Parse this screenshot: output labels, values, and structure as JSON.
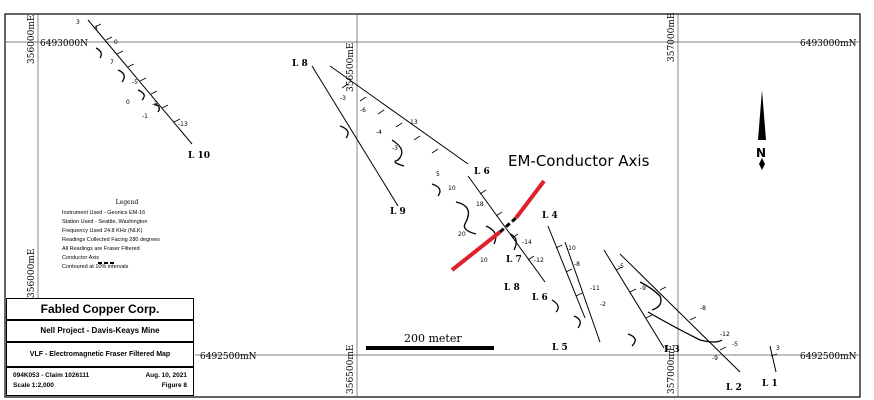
{
  "grid": {
    "north_top": "6493000N",
    "north_top_right": "6493000mN",
    "north_bottom_left": "6492500mN",
    "north_bottom_right": "6492500mN",
    "east_356000_top": "356000mE",
    "east_356000_bottom": "356000mE",
    "east_356500_top": "356500mE",
    "east_356500_bottom": "356500mE",
    "east_357000_top": "357000mE",
    "east_357000_bottom": "357000mE"
  },
  "lines": [
    "L 8",
    "L 10",
    "L 9",
    "L 6",
    "L 4",
    "L 7",
    "L 8",
    "L 6",
    "L 5",
    "L 3",
    "L 2",
    "L 1"
  ],
  "annotation": "EM-Conductor Axis",
  "north_arrow": "N",
  "scale_bar": "200 meter",
  "legend": {
    "title": "Legend",
    "items": [
      "Instrument Used - Geonics EM-16",
      "Station Used - Seattle, Washington",
      "Frequency Used 24.8 KHz (NLK)",
      "Readings Collected Facing 280 degrees",
      "All Readings are Fraser Filtered",
      "Conductor Axis",
      "Contoured at 10% intervals"
    ]
  },
  "title_block": {
    "company": "Fabled Copper Corp.",
    "project": "Nell Project - Davis-Keays Mine",
    "map_title": "VLF - Electromagnetic Fraser Filtered Map",
    "claim": "094K053 - Claim 1026111",
    "date": "Aug. 10, 2021",
    "scale": "Scale 1:2,000",
    "figure": "Figure 8"
  },
  "colors": {
    "conductor_axis": "#e0202a",
    "lines": "#000000",
    "frame": "#000000"
  },
  "icons": [
    "north-arrow-icon"
  ]
}
